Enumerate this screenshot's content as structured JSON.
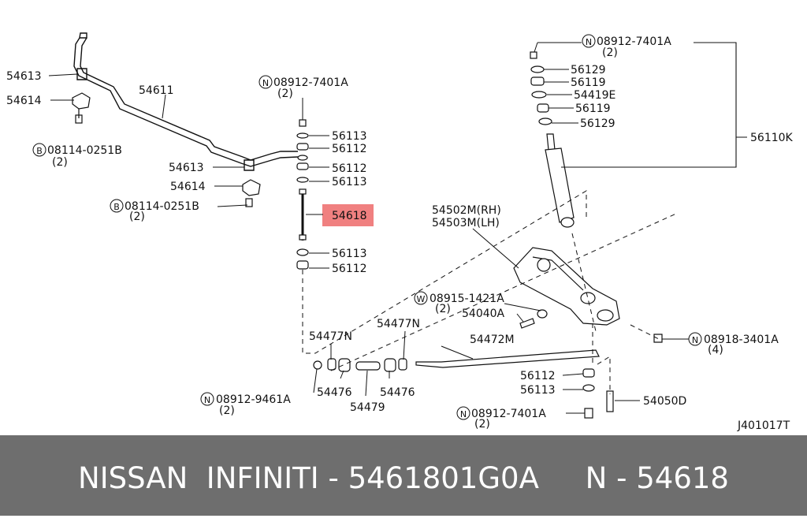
{
  "diagram": {
    "ref_code": "J401017T",
    "highlight_color": "#f08080",
    "labels": {
      "p54613_a": "54613",
      "p54614_a": "54614",
      "p54611": "54611",
      "b08114_a": "08114-0251B",
      "b08114_a_qty": "(2)",
      "p54613_b": "54613",
      "p54614_b": "54614",
      "b08114_b": "08114-0251B",
      "b08114_b_qty": "(2)",
      "n08912_top": "08912-7401A",
      "n08912_top_qty": "(2)",
      "p56113_a": "56113",
      "p56112_a": "56112",
      "p56112_b": "56112",
      "p56113_b": "56113",
      "p54618": "54618",
      "p56113_c": "56113",
      "p56112_c": "56112",
      "n08912_right": "08912-7401A",
      "n08912_right_qty": "(2)",
      "p56129_a": "56129",
      "p56119_a": "56119",
      "p54419e": "54419E",
      "p56119_b": "56119",
      "p56129_b": "56129",
      "p56110k": "56110K",
      "p54502m": "54502M(RH)",
      "p54503m": "54503M(LH)",
      "w08915": "08915-1421A",
      "w08915_qty": "(2)",
      "p54040a": "54040A",
      "p54477n_a": "54477N",
      "p54477n_b": "54477N",
      "p54472m": "54472M",
      "n08918": "08918-3401A",
      "n08918_qty": "(4)",
      "p56112_d": "56112",
      "p56113_d": "56113",
      "p54050d": "54050D",
      "n08912_bottom": "08912-7401A",
      "n08912_bottom_qty": "(2)",
      "p54476_a": "54476",
      "p54476_b": "54476",
      "p54479": "54479",
      "n08912_9461": "08912-9461A",
      "n08912_9461_qty": "(2)"
    },
    "callout_letters": {
      "n": "N",
      "b": "B",
      "w": "W"
    }
  },
  "footer": {
    "text": "NISSAN  INFINITI - 5461801G0A     N - 54618",
    "background": "#6e6e6e"
  }
}
